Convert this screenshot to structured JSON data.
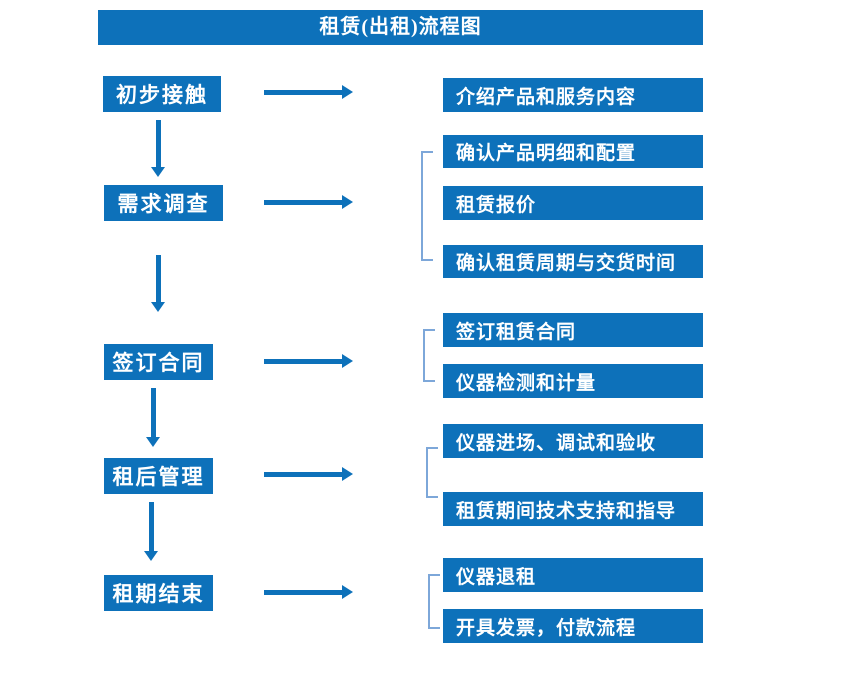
{
  "title": "租赁(出租)流程图",
  "colors": {
    "primary_blue": "#0d71ba",
    "bracket_blue": "#7da7d9",
    "box_text": "#ffffff"
  },
  "stages": [
    {
      "label": "初步接触",
      "outputs": [
        "介绍产品和服务内容"
      ]
    },
    {
      "label": "需求调查",
      "outputs": [
        "确认产品明细和配置",
        "租赁报价",
        "确认租赁周期与交货时间"
      ]
    },
    {
      "label": "签订合同",
      "outputs": [
        "签订租赁合同",
        "仪器检测和计量"
      ]
    },
    {
      "label": "租后管理",
      "outputs": [
        "仪器进场、调试和验收",
        "租赁期间技术支持和指导"
      ]
    },
    {
      "label": "租期结束",
      "outputs": [
        "仪器退租",
        "开具发票，付款流程"
      ]
    }
  ]
}
